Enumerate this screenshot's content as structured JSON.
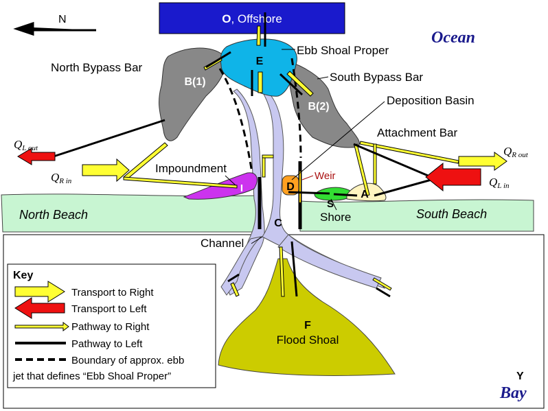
{
  "compass": {
    "label": "N"
  },
  "regions": {
    "offshore_letter": "O",
    "offshore_text": ", Offshore",
    "ocean": "Ocean",
    "bay_letter": "Y",
    "bay": "Bay",
    "north_beach": "North Beach",
    "south_beach": "South Beach"
  },
  "labels": {
    "ebb_shoal": "Ebb Shoal Proper",
    "north_bypass": "North Bypass Bar",
    "south_bypass": "South Bypass Bar",
    "deposition_basin": "Deposition Basin",
    "attachment_bar": "Attachment Bar",
    "impoundment": "Impoundment",
    "weir": "Weir",
    "shore": "Shore",
    "channel": "Channel",
    "flood_shoal": "Flood Shoal"
  },
  "markers": {
    "E": "E",
    "B1": "B(1)",
    "B2": "B(2)",
    "I": "I",
    "D": "D",
    "S": "S",
    "A": "A",
    "C": "C",
    "F": "F"
  },
  "flows": {
    "ql_out": {
      "base": "Q",
      "sub": "L out"
    },
    "qr_in": {
      "base": "Q",
      "sub": "R in"
    },
    "qr_out": {
      "base": "Q",
      "sub": "R out"
    },
    "ql_in": {
      "base": "Q",
      "sub": "L in"
    }
  },
  "key": {
    "title": "Key",
    "items": [
      {
        "label": "Transport to Right"
      },
      {
        "label": "Transport to Left"
      },
      {
        "label": "Pathway to Right"
      },
      {
        "label": "Pathway to Left"
      },
      {
        "label": "Boundary of approx. ebb"
      }
    ],
    "boundary_line2": "jet that defines “Ebb Shoal Proper”"
  },
  "colors": {
    "offshore_box": "#1a1acc",
    "ebb_shoal": "#0fb4e8",
    "bypass_bar": "#888888",
    "channel": "#c8c8f0",
    "beach": "#c8f5d2",
    "impoundment": "#cc33ee",
    "weir": "#ffa020",
    "shore": "#33dd33",
    "attachment_bar": "#fff4c0",
    "flood_shoal": "#cccc00",
    "transport_right": "#ffff33",
    "transport_left": "#ee1111",
    "ocean_text": "#1a1a8c",
    "weir_text": "#aa1111"
  }
}
